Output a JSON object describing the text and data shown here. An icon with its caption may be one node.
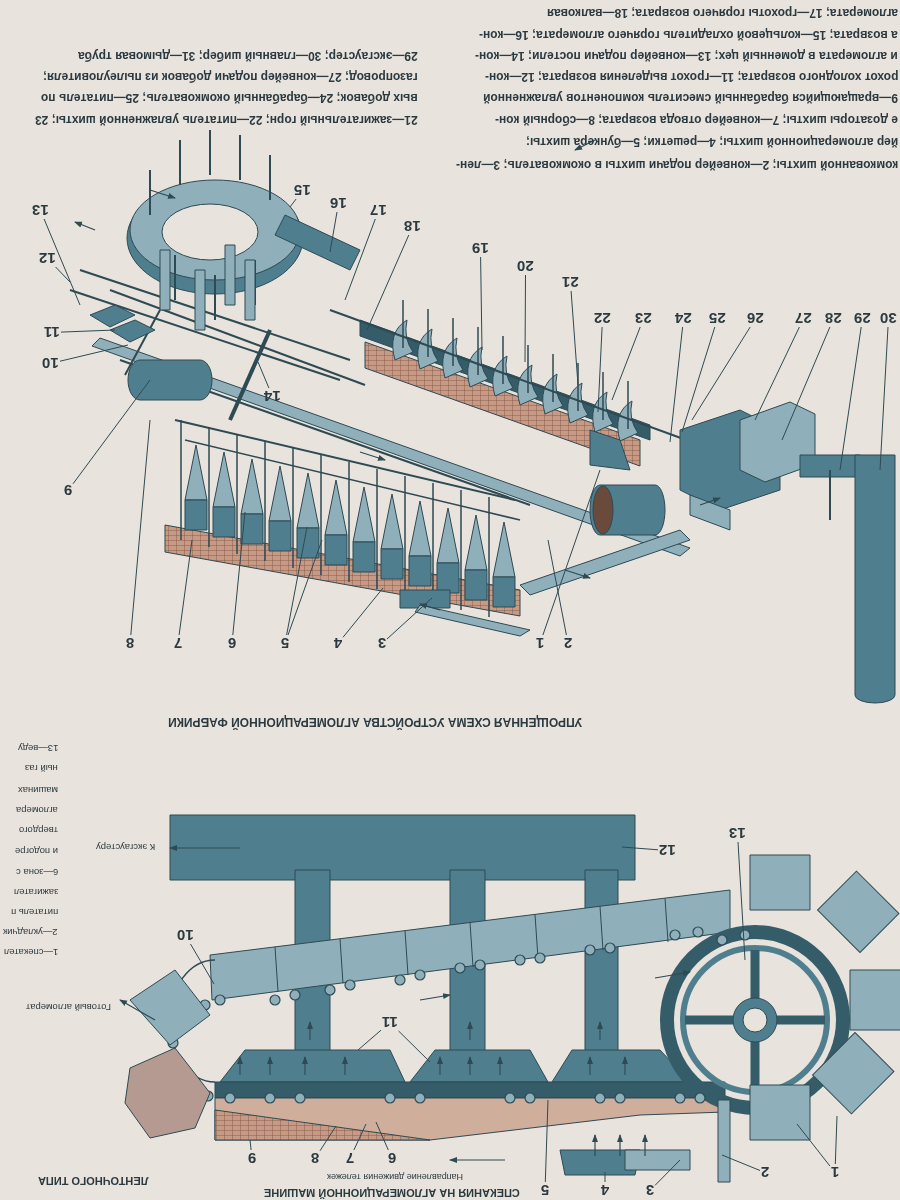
{
  "diagram": {
    "nodes": [
      {
        "text": [
          "1"
        ]
      },
      {
        "text": [
          "2"
        ]
      },
      {
        "text": [
          "3"
        ]
      },
      {
        "text": [
          "4"
        ]
      },
      {
        "text": [
          "5"
        ]
      },
      {
        "text": [
          "6"
        ]
      },
      {
        "text": [
          "7"
        ]
      },
      {
        "text": [
          "8"
        ]
      },
      {
        "text": [
          "9"
        ]
      },
      {
        "text": [
          "10"
        ]
      },
      {
        "text": [
          "11"
        ]
      },
      {
        "text": [
          "12"
        ]
      },
      {
        "text": [
          "13"
        ]
      },
      {
        "text": [
          "1"
        ]
      },
      {
        "text": [
          "2"
        ]
      },
      {
        "text": [
          "3"
        ]
      },
      {
        "text": [
          "4"
        ]
      },
      {
        "text": [
          "5"
        ]
      },
      {
        "text": [
          "6"
        ]
      },
      {
        "text": [
          "7"
        ]
      },
      {
        "text": [
          "8"
        ]
      },
      {
        "text": [
          "9"
        ]
      },
      {
        "text": [
          "10"
        ]
      },
      {
        "text": [
          "11"
        ]
      },
      {
        "text": [
          "12"
        ]
      },
      {
        "text": [
          "13"
        ]
      },
      {
        "text": [
          "14"
        ]
      },
      {
        "text": [
          "15"
        ]
      },
      {
        "text": [
          "16"
        ]
      },
      {
        "text": [
          "17"
        ]
      },
      {
        "text": [
          "18"
        ]
      },
      {
        "text": [
          "19"
        ]
      },
      {
        "text": [
          "20"
        ]
      },
      {
        "text": [
          "21"
        ]
      },
      {
        "text": [
          "22"
        ]
      },
      {
        "text": [
          "23"
        ]
      },
      {
        "text": [
          "24"
        ]
      },
      {
        "text": [
          "25"
        ]
      },
      {
        "text": [
          "26"
        ]
      },
      {
        "text": [
          "27"
        ]
      },
      {
        "text": [
          "28"
        ]
      },
      {
        "text": [
          "29"
        ]
      },
      {
        "text": [
          "30"
        ]
      }
    ],
    "edges": [
      {
        "from": 0,
        "to": null,
        "arrow": "none"
      },
      {
        "from": 0,
        "to": null,
        "arrow": "none"
      },
      {
        "from": 1,
        "to": null,
        "arrow": "none"
      },
      {
        "from": 2,
        "to": null,
        "arrow": "none"
      },
      {
        "from": 3,
        "to": null,
        "arrow": "none"
      },
      {
        "from": 4,
        "to": null,
        "arrow": "none"
      },
      {
        "from": 5,
        "to": null,
        "arrow": "none"
      },
      {
        "from": 6,
        "to": null,
        "arrow": "none"
      },
      {
        "from": 7,
        "to": null,
        "arrow": "none"
      },
      {
        "from": 8,
        "to": null,
        "arrow": "none"
      },
      {
        "from": 9,
        "to": null,
        "arrow": "none"
      },
      {
        "from": 10,
        "to": null,
        "arrow": "none"
      },
      {
        "from": 10,
        "to": null,
        "arrow": "none"
      },
      {
        "from": 11,
        "to": null,
        "arrow": "none"
      },
      {
        "from": 12,
        "to": null,
        "arrow": "none"
      },
      {
        "from": 13,
        "to": null,
        "arrow": "none"
      },
      {
        "from": 14,
        "to": null,
        "arrow": "none"
      },
      {
        "from": 15,
        "to": null,
        "arrow": "none"
      },
      {
        "from": 16,
        "to": null,
        "arrow": "none"
      },
      {
        "from": 17,
        "to": null,
        "arrow": "none"
      },
      {
        "from": 17,
        "to": null,
        "arrow": "none"
      },
      {
        "from": 18,
        "to": null,
        "arrow": "none"
      },
      {
        "from": 19,
        "to": null,
        "arrow": "none"
      },
      {
        "from": 20,
        "to": null,
        "arrow": "none"
      },
      {
        "from": 21,
        "to": null,
        "arrow": "none"
      },
      {
        "from": 22,
        "to": null,
        "arrow": "none"
      },
      {
        "from": 23,
        "to": null,
        "arrow": "none"
      },
      {
        "from": 24,
        "to": null,
        "arrow": "none"
      },
      {
        "from": 25,
        "to": null,
        "arrow": "none"
      },
      {
        "from": 26,
        "to": null,
        "arrow": "none"
      },
      {
        "from": 27,
        "to": null,
        "arrow": "none"
      },
      {
        "from": 28,
        "to": null,
        "arrow": "none"
      },
      {
        "from": 29,
        "to": null,
        "arrow": "none"
      },
      {
        "from": 30,
        "to": null,
        "arrow": "none"
      },
      {
        "from": 31,
        "to": null,
        "arrow": "none"
      },
      {
        "from": 32,
        "to": null,
        "arrow": "none"
      },
      {
        "from": 33,
        "to": null,
        "arrow": "none"
      },
      {
        "from": 34,
        "to": null,
        "arrow": "none"
      },
      {
        "from": 35,
        "to": null,
        "arrow": "none"
      },
      {
        "from": 36,
        "to": null,
        "arrow": "none"
      },
      {
        "from": 37,
        "to": null,
        "arrow": "none"
      },
      {
        "from": 38,
        "to": null,
        "arrow": "none"
      },
      {
        "from": 39,
        "to": null,
        "arrow": "none"
      },
      {
        "from": 40,
        "to": null,
        "arrow": "none"
      },
      {
        "from": 41,
        "to": null,
        "arrow": "none"
      },
      {
        "from": 42,
        "to": null,
        "arrow": "none"
      }
    ],
    "labels": [
      "СПЕКАНИЯ НА АГЛОМЕРАЦИОННОЙ МАШИНЕ",
      "ЛЕНТОЧНОГО ТИПА",
      "Направление движения тележек",
      "1—спекател",
      "2—укладчик",
      "питатель п",
      "зажигател",
      "6—зона с",
      "и подогре",
      "твердого",
      "агломера",
      "машинах",
      "ный газ",
      "13—веду",
      "Готовый агломерат",
      "К эксгаустеру",
      "УПРОЩЕННАЯ СХЕМА УСТРОЙСТВА АГЛОМЕРАЦИОННОЙ ФАБРИКИ",
      "комкованной шихты; 2—конвейер подачи шихты в окомкователь; 3—лен-",
      "йер агломерационной шихты; 4—решетки; 5—бункера шихты;",
      "е дозаторы шихты; 7—конвейер отвода возврата; 8—сборный кон-",
      "9—вращающийся барабанный смеситель компонентов увлажненной",
      "рохот холодного возврата; 11—грохот выделения возврата; 12—кон-",
      "и агломерата в доменный цех; 13—конвейер подачи постели; 14—кон-",
      "а возврата; 15—кольцевой охладитель горячего агломерата; 16—кон-",
      "агломерата; 17—грохоты горячего возврата; 18—валковая",
      "21—зажигательный горн; 22—питатель увлажненной шихты; 23",
      "вых добавок; 24—барабанный окомкователь; 25—питатель по",
      "газопровод; 27—конвейер подачи добавок из пылеуловителя;",
      "29—эксгаустер; 30—главный шибер; 31—дымовая труба"
    ]
  }
}
